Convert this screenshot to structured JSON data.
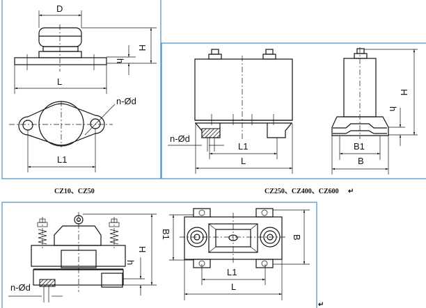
{
  "panels": [
    {
      "caption": "CZ10、CZ50",
      "labels": {
        "D": "D",
        "H": "H",
        "h": "h",
        "L": "L",
        "L1": "L1",
        "hole": "n-Ød"
      }
    },
    {
      "caption": "CZ250、CZ400、CZ600",
      "labels": {
        "L": "L",
        "L1": "L1",
        "hole": "n-Ød",
        "H": "H",
        "h": "h",
        "B1": "B1",
        "B": "B"
      }
    },
    {
      "labels": {
        "H": "H",
        "h": "h",
        "hole": "n-Ød",
        "B1": "B1",
        "B": "B",
        "L1": "L1",
        "L": "L"
      }
    }
  ],
  "return_mark": "↵",
  "colors": {
    "frame": "#4a90c8",
    "ink": "#111111"
  }
}
